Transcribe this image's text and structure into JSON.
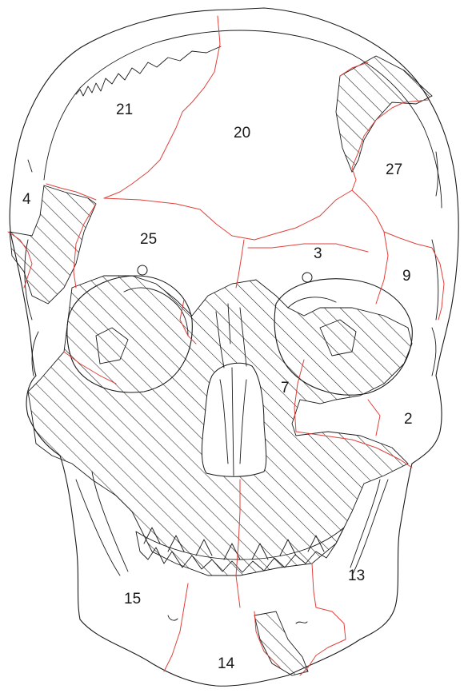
{
  "diagram": {
    "fracture_color": "#e0403a",
    "hatch_color": "#1a1a1a",
    "labels": [
      {
        "id": "l21",
        "text": "21"
      },
      {
        "id": "l20",
        "text": "20"
      },
      {
        "id": "l27",
        "text": "27"
      },
      {
        "id": "l4",
        "text": "4"
      },
      {
        "id": "l25",
        "text": "25"
      },
      {
        "id": "l3",
        "text": "3"
      },
      {
        "id": "l9",
        "text": "9"
      },
      {
        "id": "l7",
        "text": "7"
      },
      {
        "id": "l2",
        "text": "2"
      },
      {
        "id": "l13",
        "text": "13"
      },
      {
        "id": "l15",
        "text": "15"
      },
      {
        "id": "l14",
        "text": "14"
      }
    ]
  }
}
